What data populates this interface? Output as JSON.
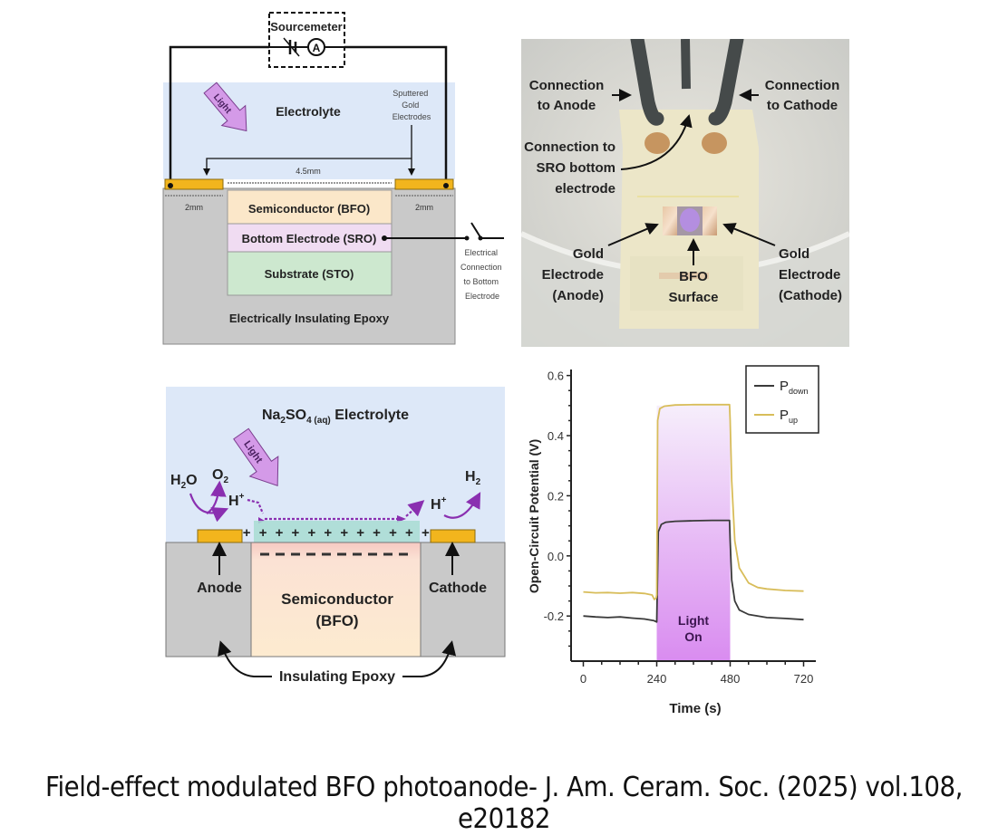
{
  "panel_a": {
    "sourcemeter": "Sourcemeter",
    "ammeter_symbol": "A",
    "electrolyte": "Electrolyte",
    "light": "Light",
    "sputtered_label": [
      "Sputtered",
      "Gold",
      "Electrodes"
    ],
    "gap_width": "4.5mm",
    "pad_left_width": "2mm",
    "pad_right_width": "2mm",
    "layer_semiconductor": "Semiconductor (BFO)",
    "layer_bottom_electrode": "Bottom Electrode (SRO)",
    "layer_substrate": "Substrate (STO)",
    "epoxy": "Electrically Insulating Epoxy",
    "bottom_connection_label": [
      "Electrical",
      "Connection",
      "to Bottom",
      "Electrode"
    ]
  },
  "panel_b": {
    "conn_anode": [
      "Connection",
      "to Anode"
    ],
    "conn_cathode": [
      "Connection",
      "to Cathode"
    ],
    "conn_sro": [
      "Connection to",
      "SRO bottom",
      "electrode"
    ],
    "gold_anode": [
      "Gold",
      "Electrode",
      "(Anode)"
    ],
    "bfo_surface": [
      "BFO",
      "Surface"
    ],
    "gold_cathode": [
      "Gold",
      "Electrode",
      "(Cathode)"
    ]
  },
  "panel_c": {
    "electrolyte_main": "Na",
    "electrolyte_sub1": "2",
    "electrolyte_so": "SO",
    "electrolyte_sub2": "4 (aq)",
    "electrolyte_rest": " Electrolyte",
    "light": "Light",
    "h2o": "H",
    "h2o_sub": "2",
    "h2o_o": "O",
    "o2": "O",
    "o2_sub": "2",
    "h_plus_left": "H",
    "h_plus_right": "H",
    "plus_sup": "+",
    "h2": "H",
    "h2_sub": "2",
    "anode": "Anode",
    "cathode": "Cathode",
    "semiconductor": "Semiconductor",
    "semiconductor_sub": "(BFO)",
    "epoxy": "Insulating Epoxy"
  },
  "caption": "Field-effect modulated BFO photoanode- J. Am. Ceram. Soc. (2025) vol.108, e20182",
  "colors": {
    "electrolyte_bg": "#dde8f8",
    "gold": "#f2b51d",
    "epoxy": "#c9c9c9",
    "bfo": "#fbe7c9",
    "sro": "#f0dcf2",
    "sto": "#cde8cf",
    "light_arrow": "#d49ae8",
    "process_purple": "#8a2fb0",
    "p_down": "#3a3a3a",
    "p_up": "#d8bd5a",
    "light_on_band": "#d98cf0"
  },
  "chart_data": {
    "type": "line",
    "title": "",
    "xlabel": "Time (s)",
    "ylabel": "Open-Circuit Potential (V)",
    "xlim": [
      -40,
      760
    ],
    "ylim": [
      -0.35,
      0.62
    ],
    "xticks": [
      0,
      240,
      480,
      720
    ],
    "xtick_labels": [
      "0",
      "240",
      "480",
      "720"
    ],
    "yticks": [
      -0.2,
      0.0,
      0.2,
      0.4,
      0.6
    ],
    "ytick_labels": [
      "-0.2",
      "0.0",
      "0.2",
      "0.4",
      "0.6"
    ],
    "legend": {
      "position": "top-right",
      "entries": [
        "P_down",
        "P_up"
      ]
    },
    "legend_labels": {
      "p_down_main": "P",
      "p_down_sub": "down",
      "p_up_main": "P",
      "p_up_sub": "up"
    },
    "annotation": {
      "text": [
        "Light",
        "On"
      ],
      "x_range": [
        240,
        480
      ]
    },
    "series": [
      {
        "name": "P_down",
        "x": [
          0,
          40,
          80,
          120,
          160,
          200,
          230,
          240,
          245,
          255,
          270,
          300,
          360,
          420,
          478,
          480,
          485,
          495,
          510,
          540,
          600,
          660,
          720
        ],
        "y": [
          -0.2,
          -0.203,
          -0.205,
          -0.203,
          -0.207,
          -0.21,
          -0.215,
          -0.22,
          0.08,
          0.105,
          0.112,
          0.115,
          0.117,
          0.118,
          0.118,
          0.05,
          -0.08,
          -0.15,
          -0.18,
          -0.195,
          -0.205,
          -0.208,
          -0.212
        ]
      },
      {
        "name": "P_up",
        "x": [
          0,
          40,
          80,
          120,
          160,
          200,
          225,
          232,
          238,
          240,
          243,
          250,
          265,
          300,
          360,
          420,
          478,
          480,
          485,
          495,
          510,
          540,
          570,
          600,
          660,
          720
        ],
        "y": [
          -0.12,
          -0.123,
          -0.122,
          -0.124,
          -0.122,
          -0.125,
          -0.13,
          -0.145,
          -0.14,
          -0.13,
          0.45,
          0.49,
          0.498,
          0.502,
          0.503,
          0.503,
          0.503,
          0.45,
          0.25,
          0.05,
          -0.04,
          -0.09,
          -0.105,
          -0.11,
          -0.115,
          -0.117
        ]
      }
    ]
  }
}
